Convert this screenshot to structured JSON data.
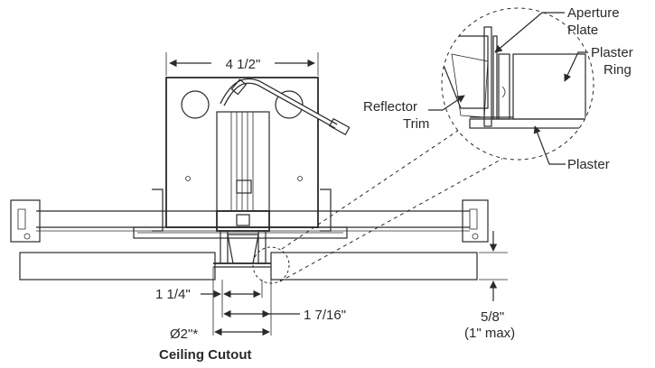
{
  "labels": {
    "width_top": "4 1/2\"",
    "reflector": "Reflector",
    "trim": "Trim",
    "aperture": "Aperture",
    "plate": "Plate",
    "plaster_r1": "Plaster",
    "plaster_r2": "Ring",
    "plaster": "Plaster",
    "dim_114": "1 1/4\"",
    "dim_1716": "1 7/16\"",
    "dim_58": "5/8\"",
    "max": "(1\" max)",
    "dia": "Ø2\"*",
    "cutout": "Ceiling Cutout"
  },
  "colors": {
    "line": "#2a2a2a",
    "fill_light": "#f2f2f2",
    "fill_dark": "#6a6a6a"
  }
}
